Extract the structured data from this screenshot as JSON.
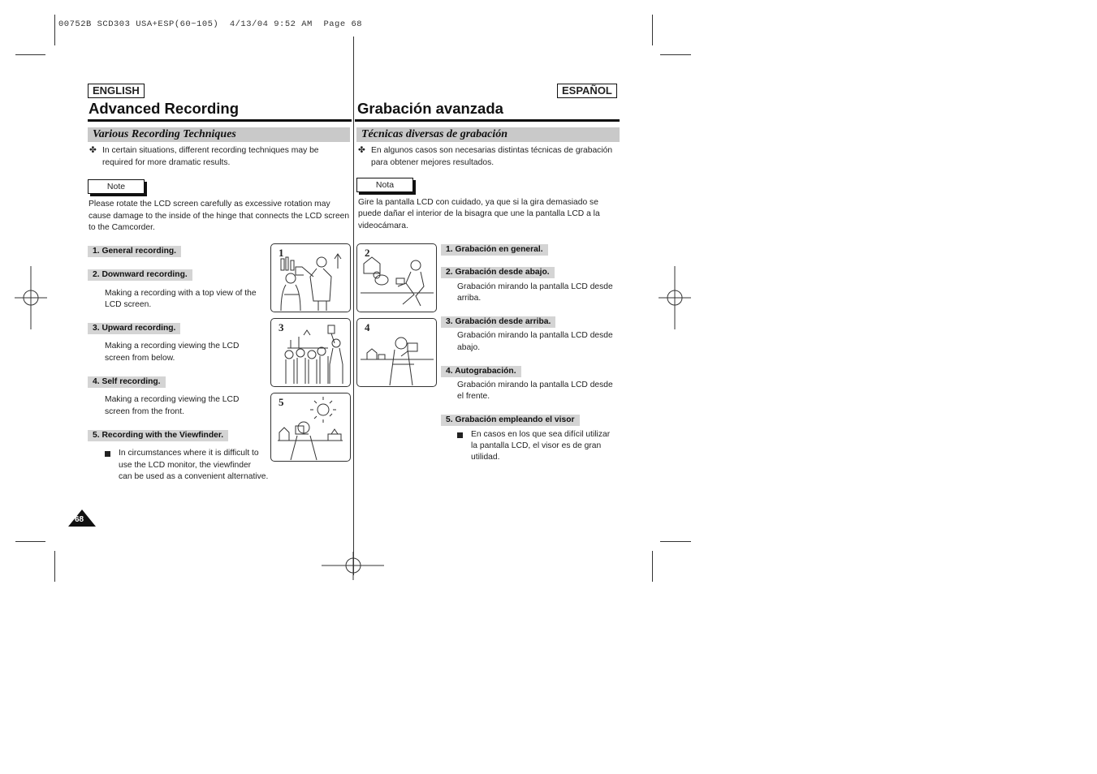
{
  "print_header": "00752B SCD303 USA+ESP(60~105)  4/13/04 9:52 AM  Page 68",
  "left": {
    "lang": "ENGLISH",
    "title": "Advanced Recording",
    "section": "Various Recording Techniques",
    "intro_bullet": "✤",
    "intro_line1": "In certain situations, different recording techniques may be",
    "intro_line2": "required for more dramatic results.",
    "note_label": "Note",
    "note_line1": "Please rotate the LCD screen carefully as excessive rotation may",
    "note_line2": "cause damage to the inside of the hinge that connects the LCD screen",
    "note_line3": "to the Camcorder.",
    "steps": [
      {
        "label": "1.  General recording."
      },
      {
        "label": "2.  Downward recording.",
        "desc1": "Making a recording with a top view of the",
        "desc2": "LCD screen."
      },
      {
        "label": "3.  Upward recording.",
        "desc1": "Making a recording viewing the LCD",
        "desc2": "screen from below."
      },
      {
        "label": "4.  Self recording.",
        "desc1": "Making a recording viewing the LCD",
        "desc2": "screen from the front."
      },
      {
        "label": "5.  Recording with the Viewfinder.",
        "desc1": "In circumstances where it is difficult to",
        "desc2": "use the LCD monitor, the viewfinder",
        "desc3": "can be used as a convenient alternative."
      }
    ],
    "page_number": "68"
  },
  "right": {
    "lang": "ESPAÑOL",
    "title": "Grabación avanzada",
    "section": "Técnicas diversas de grabación",
    "intro_bullet": "✤",
    "intro_line1": "En algunos casos son necesarias distintas técnicas de grabación",
    "intro_line2": "para obtener mejores resultados.",
    "note_label": "Nota",
    "note_line1": "Gire la pantalla LCD con cuidado, ya que si la gira demasiado se",
    "note_line2": "puede dañar el interior de la bisagra que une la pantalla LCD a la",
    "note_line3": "videocámara.",
    "steps": [
      {
        "label": "1.  Grabación en general."
      },
      {
        "label": "2.  Grabación desde abajo.",
        "desc1": "Grabación mirando la pantalla LCD desde",
        "desc2": "arriba."
      },
      {
        "label": "3.  Grabación desde arriba.",
        "desc1": "Grabación mirando la pantalla LCD desde",
        "desc2": "abajo."
      },
      {
        "label": "4.  Autograbación.",
        "desc1": "Grabación mirando la pantalla LCD desde",
        "desc2": "el frente."
      },
      {
        "label": "5.  Grabación empleando el visor",
        "desc1": "En casos en los que sea difícil utilizar",
        "desc2": "la pantalla LCD, el visor es de gran",
        "desc3": "utilidad."
      }
    ]
  },
  "illustrations": [
    {
      "number": "1"
    },
    {
      "number": "2"
    },
    {
      "number": "3"
    },
    {
      "number": "4"
    },
    {
      "number": "5"
    }
  ]
}
